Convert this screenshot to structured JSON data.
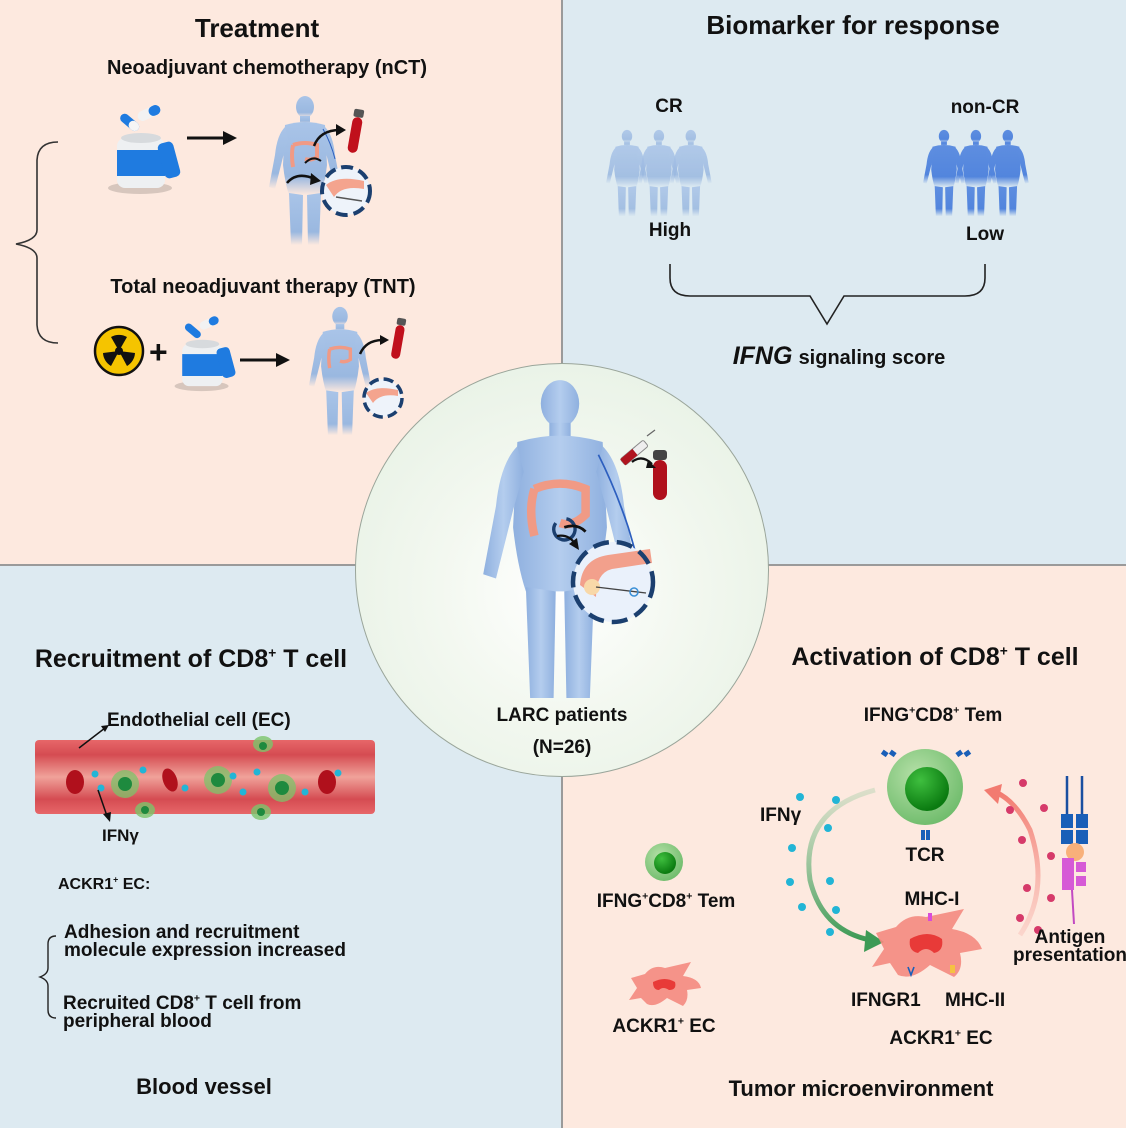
{
  "treatment": {
    "title": "Treatment",
    "nct_label": "Neoadjuvant chemotherapy (nCT)",
    "tnt_label": "Total neoadjuvant therapy (TNT)",
    "plus": "+"
  },
  "biomarker": {
    "title": "Biomarker for response",
    "cr_label": "CR",
    "noncr_label": "non-CR",
    "high_label": "High",
    "low_label": "Low",
    "score_gene": "IFNG",
    "score_label": "signaling score"
  },
  "center": {
    "patients_label": "LARC patients",
    "n_label": "(N=26)"
  },
  "recruitment": {
    "title_pre": "Recruitment of CD8",
    "title_sup": "+",
    "title_post": " T cell",
    "ec_label": "Endothelial cell (EC)",
    "ifng_label": "IFNγ",
    "ackr1_pre": "ACKR1",
    "ackr1_sup": "+",
    "ackr1_post": " EC:",
    "point1_line1": "Adhesion and recruitment",
    "point1_line2": "molecule expression increased",
    "point2_pre": "Recruited CD8",
    "point2_sup": "+",
    "point2_post": " T cell from",
    "point2_line2": "peripheral blood",
    "footer": "Blood vessel"
  },
  "activation": {
    "title_pre": "Activation of CD8",
    "title_sup": "+",
    "title_post": " T cell",
    "tem_top_a": "IFNG",
    "tem_top_b": "CD8",
    "tem_top_c": " Tem",
    "sup": "+",
    "ifng_label": "IFNγ",
    "tcr_label": "TCR",
    "mhc1_label": "MHC-I",
    "ifngr1_label": "IFNGR1",
    "mhc2_label": "MHC-II",
    "ackr1_ec_pre": "ACKR1",
    "ackr1_ec_post": " EC",
    "antigen_line1": "Antigen",
    "antigen_line2": "presentation",
    "legend_tem_a": "IFNG",
    "legend_tem_b": "CD8",
    "legend_tem_c": " Tem",
    "legend_ec_pre": "ACKR1",
    "legend_ec_post": " EC",
    "footer": "Tumor microenvironment"
  },
  "colors": {
    "peach_bg": "#fde9df",
    "blue_bg": "#ddeaf1",
    "center_bg": "#e3efe1",
    "tcell_green": "#1e9a2e",
    "ifng_dot": "#22b5d6",
    "antigen_dot": "#d63a6a",
    "ec_pink": "#f48a80"
  }
}
